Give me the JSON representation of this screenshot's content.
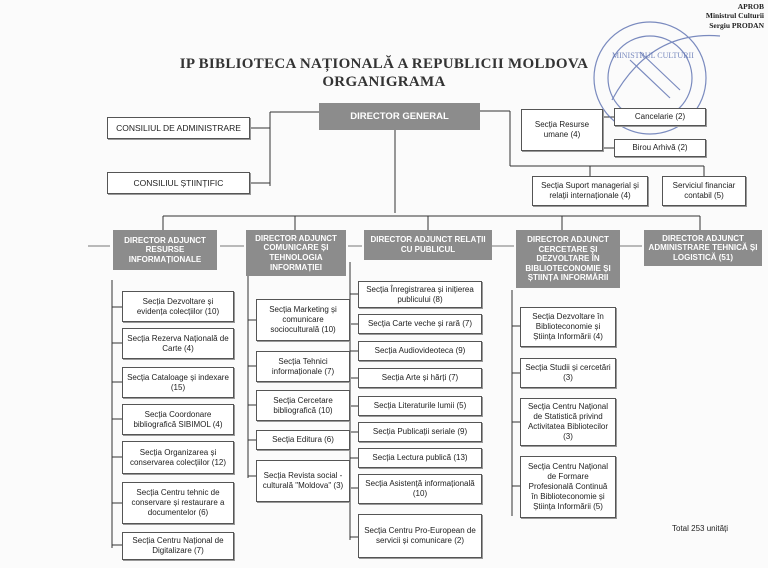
{
  "approval": {
    "line1": "APROB",
    "line2": "Ministrul Culturii",
    "line3": "Sergiu PRODAN"
  },
  "title": {
    "line1": "IP BIBLIOTECA NAȚIONALĂ A REPUBLICII MOLDOVA",
    "line2": "ORGANIGRAMA"
  },
  "director_general": "DIRECTOR GENERAL",
  "councils": {
    "admin": "CONSILIUL DE ADMINISTRARE",
    "scientific": "CONSILIUL ȘTIINȚIFIC"
  },
  "top_right": {
    "hr": "Secția Resurse umane (4)",
    "chancellery": "Cancelarie (2)",
    "archive": "Birou Arhivă (2)",
    "managerial": "Secția Suport managerial și relații internaționale (4)",
    "finance": "Serviciul financiar contabil (5)"
  },
  "deputies": [
    "DIRECTOR ADJUNCT RESURSE INFORMAȚIONALE",
    "DIRECTOR ADJUNCT COMUNICARE ȘI TEHNOLOGIA INFORMAȚIEI",
    "DIRECTOR ADJUNCT RELAȚII CU PUBLICUL",
    "DIRECTOR ADJUNCT CERCETARE ȘI DEZVOLTARE ÎN BIBLIOTECONOMIE ȘI ȘTIINȚA INFORMĂRII",
    "DIRECTOR ADJUNCT ADMINISTRARE TEHNICĂ ȘI LOGISTICĂ (51)"
  ],
  "col1": [
    "Secția Dezvoltare și evidența colecțiilor (10)",
    "Secția Rezerva Națională de Carte (4)",
    "Secția Cataloage și indexare (15)",
    "Secția Coordonare bibliografică SIBIMOL (4)",
    "Secția Organizarea și conservarea colecțiilor (12)",
    "Secția Centru tehnic de conservare și restaurare a documentelor (6)",
    "Secția Centru Național de Digitalizare (7)"
  ],
  "col2": [
    "Secția Marketing și comunicare socioculturală (10)",
    "Secția Tehnici informaționale (7)",
    "Secția Cercetare bibliografică (10)",
    "Secția Editura (6)",
    "Secția Revista social -culturală \"Moldova\" (3)"
  ],
  "col3": [
    "Secția Înregistrarea și inițierea publicului (8)",
    "Secția Carte veche și rară (7)",
    "Secția Audiovideoteca (9)",
    "Secția Arte și hărți (7)",
    "Secția Literaturile lumii (5)",
    "Secția Publicații seriale (9)",
    "Secția Lectura publică (13)",
    "Secția Asistență informațională (10)",
    "Secția Centru Pro-European de servicii și comunicare (2)"
  ],
  "col4": [
    "Secția Dezvoltare în Biblioteconomie și Știința Informării (4)",
    "Secția Studii și cercetări (3)",
    "Secția Centru Național de Statistică privind Activitatea Bibliotecilor (3)",
    "Secția Centru Național de Formare Profesională Continuă în Biblioteconomie și Știința Informării (5)"
  ],
  "total": "Total 253 unități"
}
